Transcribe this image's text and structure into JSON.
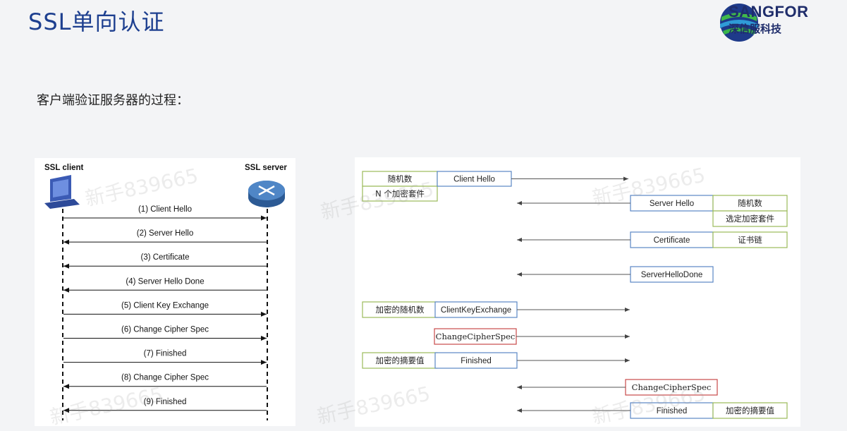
{
  "header": {
    "title": "SSL单向认证",
    "logo_text_en": "SANGFOR",
    "logo_text_cn": "深信服科技"
  },
  "subtitle": "客户端验证服务器的过程：",
  "left_diagram": {
    "client_label": "SSL client",
    "server_label": "SSL server",
    "messages": [
      {
        "label": "(1) Client Hello",
        "direction": "to-server"
      },
      {
        "label": "(2) Server Hello",
        "direction": "to-client"
      },
      {
        "label": "(3) Certificate",
        "direction": "to-client"
      },
      {
        "label": "(4) Server Hello Done",
        "direction": "to-client"
      },
      {
        "label": "(5) Client Key Exchange",
        "direction": "to-server"
      },
      {
        "label": "(6) Change Cipher Spec",
        "direction": "to-server"
      },
      {
        "label": "(7) Finished",
        "direction": "to-server"
      },
      {
        "label": "(8) Change Cipher Spec",
        "direction": "to-client"
      },
      {
        "label": "(9) Finished",
        "direction": "to-client"
      }
    ]
  },
  "right_diagram": {
    "rows": [
      {
        "side": "client",
        "main": "Client  Hello",
        "extras": [
          "随机数",
          "N 个加密套件"
        ],
        "border": "blue"
      },
      {
        "side": "server",
        "main": "Server  Hello",
        "extras": [
          "随机数",
          "选定加密套件"
        ],
        "border": "blue"
      },
      {
        "side": "server",
        "main": "Certificate",
        "extras": [
          "证书链"
        ],
        "border": "blue"
      },
      {
        "side": "server",
        "main": "ServerHelloDone",
        "extras": [],
        "border": "blue"
      },
      {
        "side": "client",
        "main": "ClientKeyExchange",
        "extras": [
          "加密的随机数"
        ],
        "border": "blue"
      },
      {
        "side": "client",
        "main": "ChangeCipherSpec",
        "extras": [],
        "border": "red"
      },
      {
        "side": "client",
        "main": "Finished",
        "extras": [
          "加密的摘要值"
        ],
        "border": "blue"
      },
      {
        "side": "server",
        "main": "ChangeCipherSpec",
        "extras": [],
        "border": "red"
      },
      {
        "side": "server",
        "main": "Finished",
        "extras": [
          "加密的摘要值"
        ],
        "border": "blue"
      }
    ]
  },
  "watermark": "新手839665",
  "colors": {
    "title": "#1d3f8f",
    "blue_border": "#5b87c5",
    "red_border": "#c94a4a",
    "green_border": "#9bbb59"
  }
}
